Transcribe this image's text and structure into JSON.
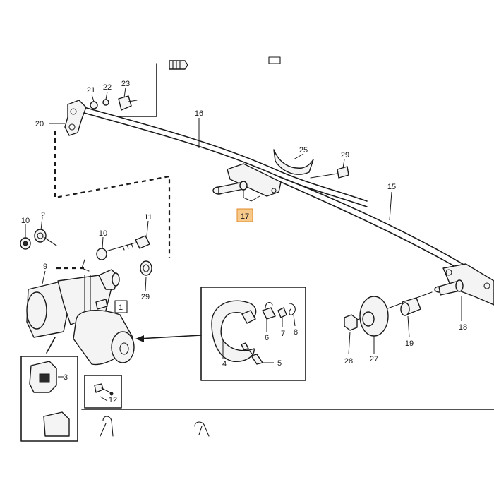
{
  "diagram": {
    "highlight_color": "#f7c98b",
    "callouts": [
      {
        "id": "c1",
        "text": "1"
      },
      {
        "id": "c2",
        "text": "2"
      },
      {
        "id": "c3",
        "text": "3"
      },
      {
        "id": "c4",
        "text": "4"
      },
      {
        "id": "c5",
        "text": "5"
      },
      {
        "id": "c6",
        "text": "6"
      },
      {
        "id": "c7",
        "text": "7"
      },
      {
        "id": "c8",
        "text": "8"
      },
      {
        "id": "c9",
        "text": "9"
      },
      {
        "id": "c10a",
        "text": "10"
      },
      {
        "id": "c10b",
        "text": "10"
      },
      {
        "id": "c11",
        "text": "11"
      },
      {
        "id": "c12",
        "text": "12"
      },
      {
        "id": "c15",
        "text": "15"
      },
      {
        "id": "c16",
        "text": "16"
      },
      {
        "id": "c17",
        "text": "17"
      },
      {
        "id": "c18",
        "text": "18"
      },
      {
        "id": "c19",
        "text": "19"
      },
      {
        "id": "c20",
        "text": "20"
      },
      {
        "id": "c21",
        "text": "21"
      },
      {
        "id": "c22",
        "text": "22"
      },
      {
        "id": "c23",
        "text": "23"
      },
      {
        "id": "c25",
        "text": "25"
      },
      {
        "id": "c27",
        "text": "27"
      },
      {
        "id": "c28",
        "text": "28"
      },
      {
        "id": "c29a",
        "text": "29"
      },
      {
        "id": "c29b",
        "text": "29"
      }
    ]
  }
}
